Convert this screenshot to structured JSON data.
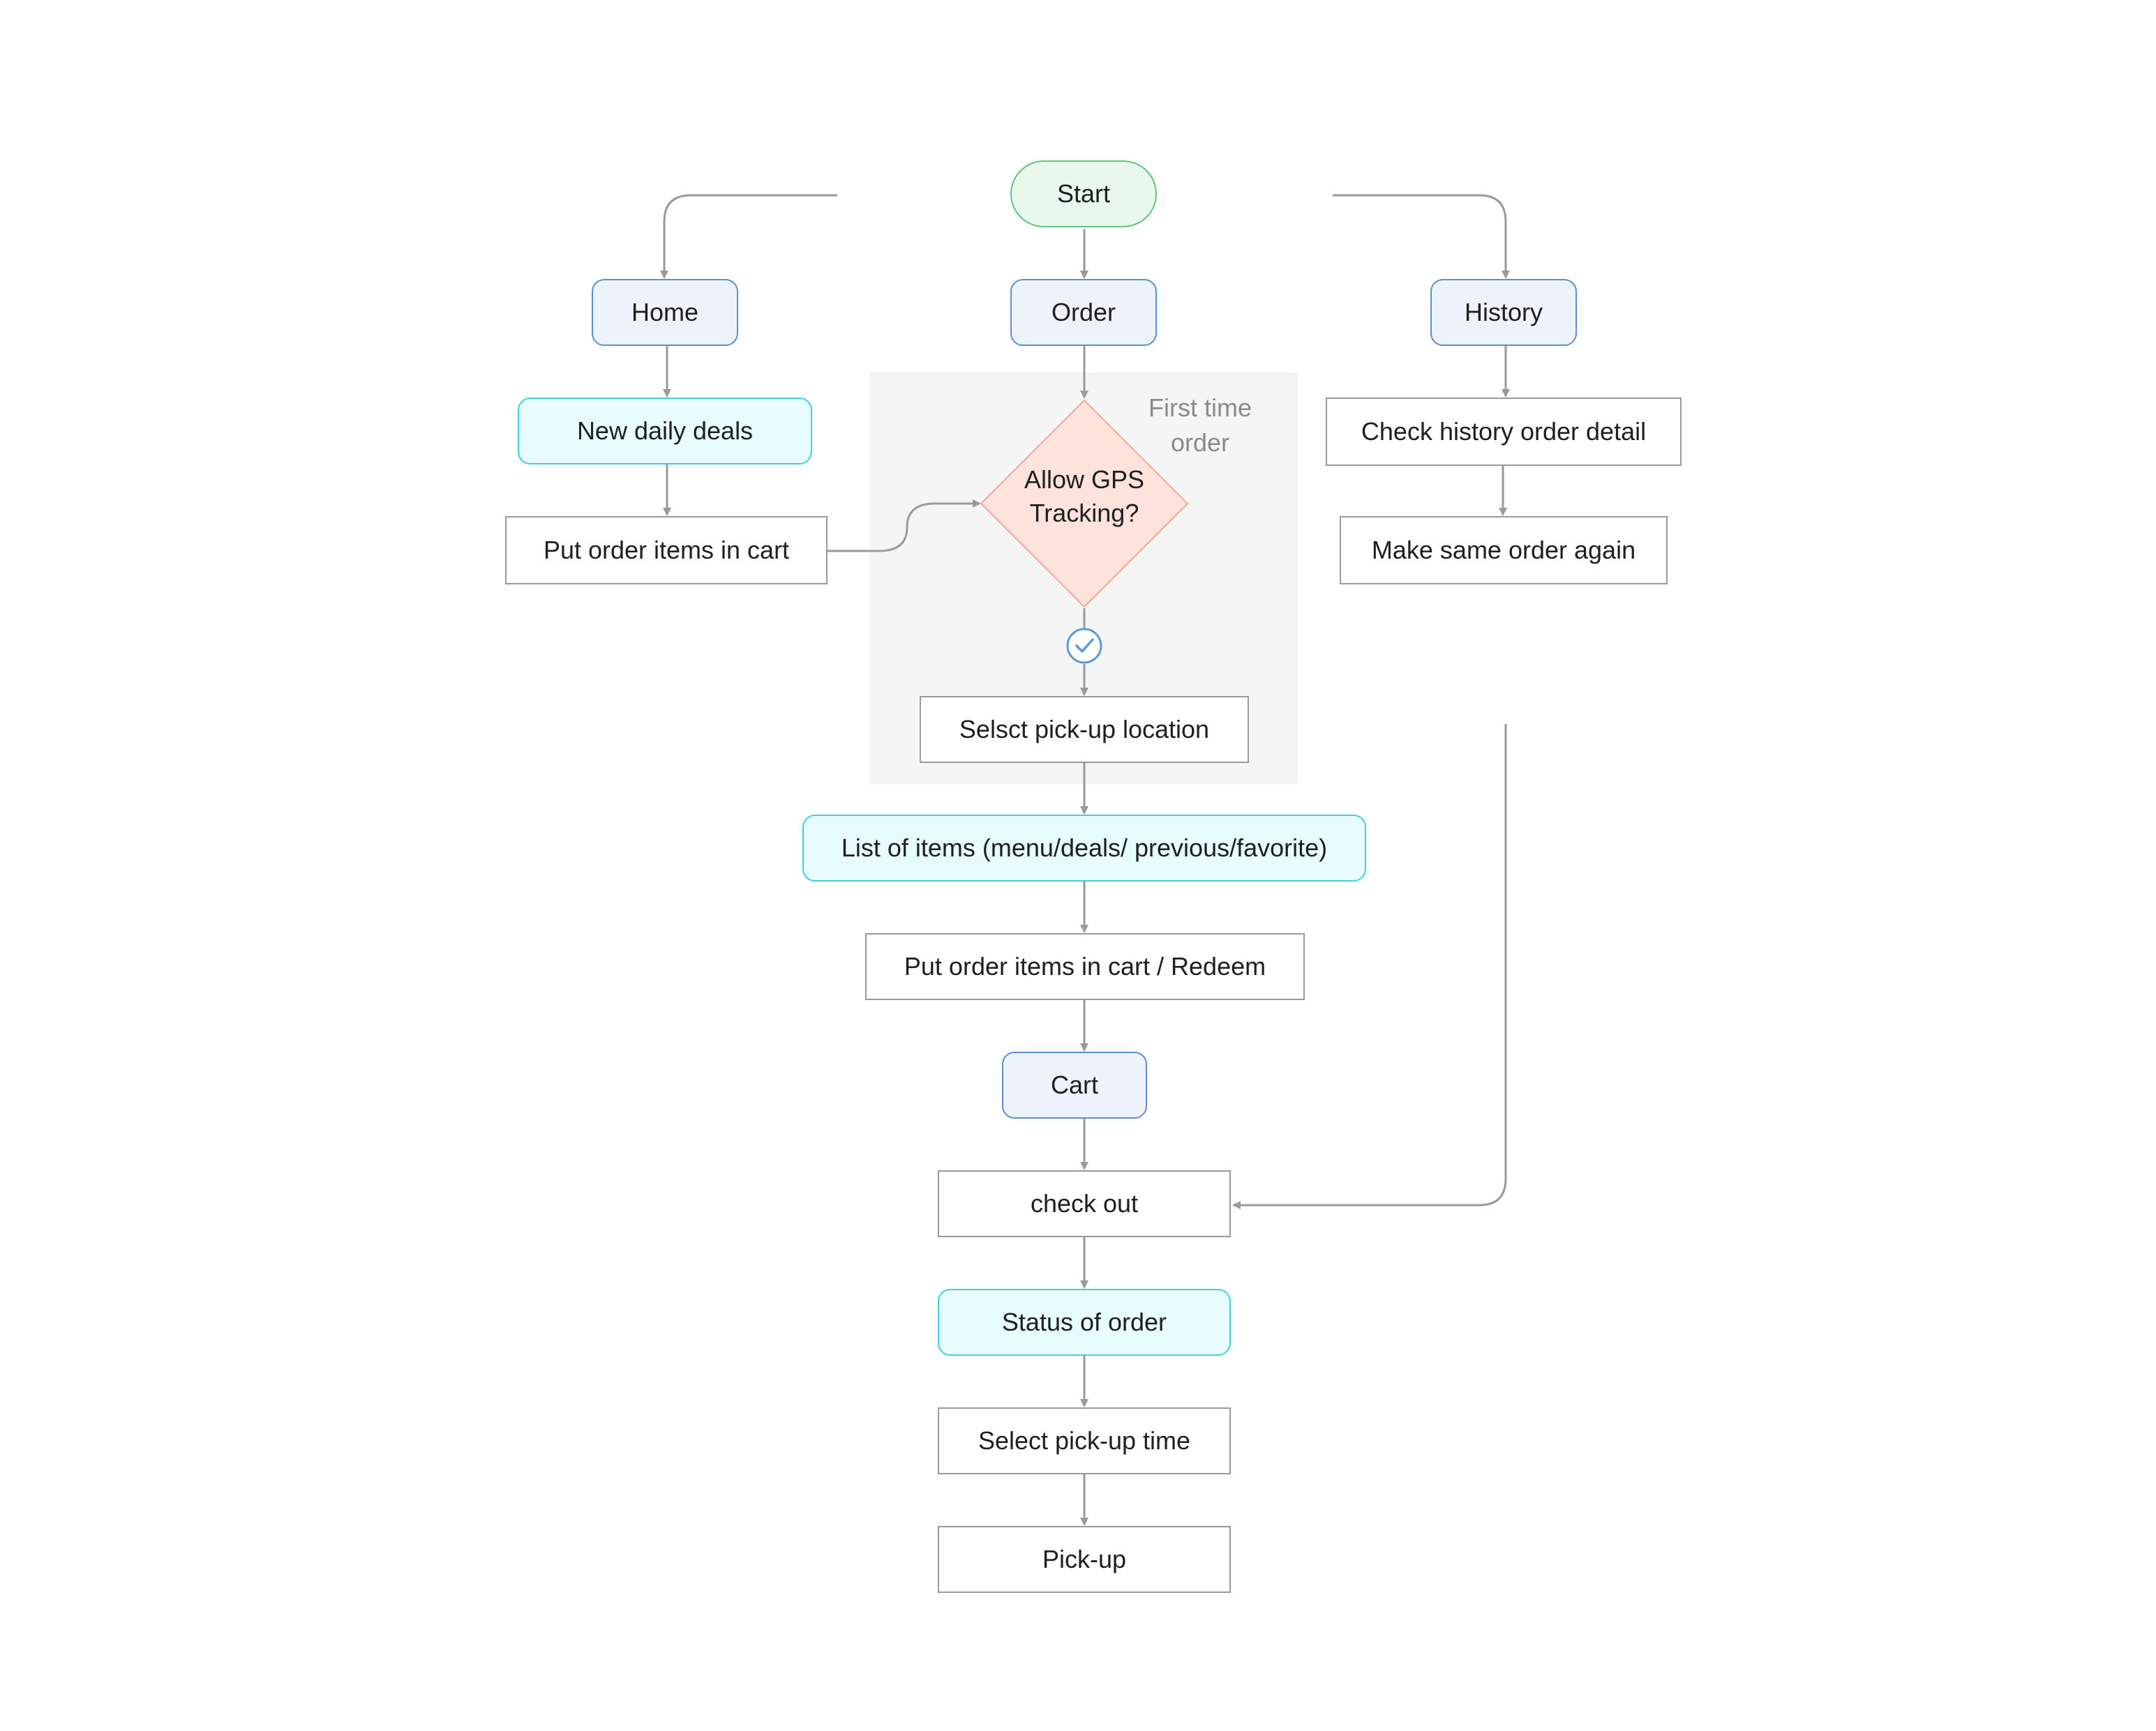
{
  "group": {
    "label": "First time order"
  },
  "nodes": {
    "start": "Start",
    "home": "Home",
    "order": "Order",
    "history": "History",
    "new_daily_deals": "New daily deals",
    "put_in_cart_home": "Put order items in cart",
    "allow_gps": "Allow GPS Tracking?",
    "select_location": "Selsct pick-up location",
    "check_history": "Check history order detail",
    "same_order": "Make same order again",
    "list_items": "List of items (menu/deals/ previous/favorite)",
    "put_in_cart_redeem": "Put order items in cart / Redeem",
    "cart": "Cart",
    "check_out": "check out",
    "status": "Status of order",
    "select_time": "Select pick-up time",
    "pickup": "Pick-up"
  },
  "colors": {
    "connector": "#9a9a9a",
    "start_fill": "#e9f8ec",
    "start_border": "#5cc776",
    "nav_fill": "#eef3fb",
    "nav_border": "#5b8fd1",
    "screen_fill": "#e6fcfd",
    "screen_border": "#3fd0dc",
    "decision_fill": "#fde3dc",
    "decision_border": "#f2a697",
    "group_fill": "#f5f5f5",
    "check_badge": "#5b9bd5"
  }
}
